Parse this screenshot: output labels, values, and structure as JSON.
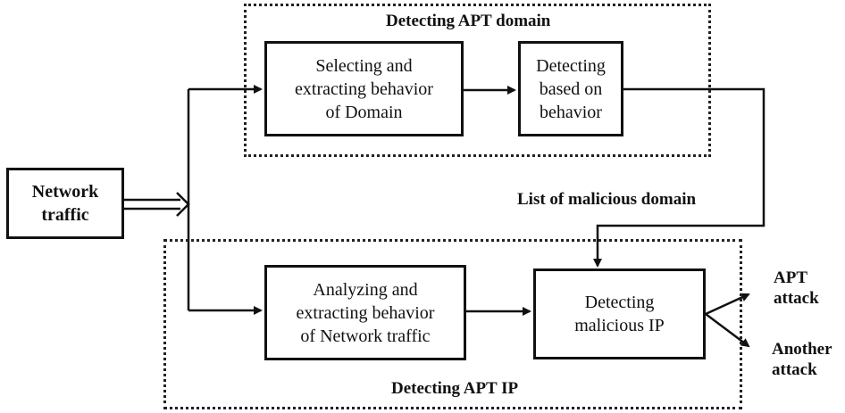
{
  "groups": {
    "domain": {
      "title": "Detecting APT domain"
    },
    "ip": {
      "title": "Detecting APT IP"
    }
  },
  "boxes": {
    "network_traffic": {
      "lines": [
        "Network",
        "traffic"
      ]
    },
    "select_domain": {
      "lines": [
        "Selecting and",
        "extracting behavior",
        "of Domain"
      ]
    },
    "detect_behavior": {
      "lines": [
        "Detecting",
        "based on",
        "behavior"
      ]
    },
    "analyze_traffic": {
      "lines": [
        "Analyzing and",
        "extracting behavior",
        "of Network traffic"
      ]
    },
    "detect_ip": {
      "lines": [
        "Detecting",
        "malicious IP"
      ]
    }
  },
  "labels": {
    "malicious_domain_list": "List of malicious domain",
    "apt_attack": [
      "APT",
      "attack"
    ],
    "another_attack": [
      "Another",
      "attack"
    ]
  }
}
